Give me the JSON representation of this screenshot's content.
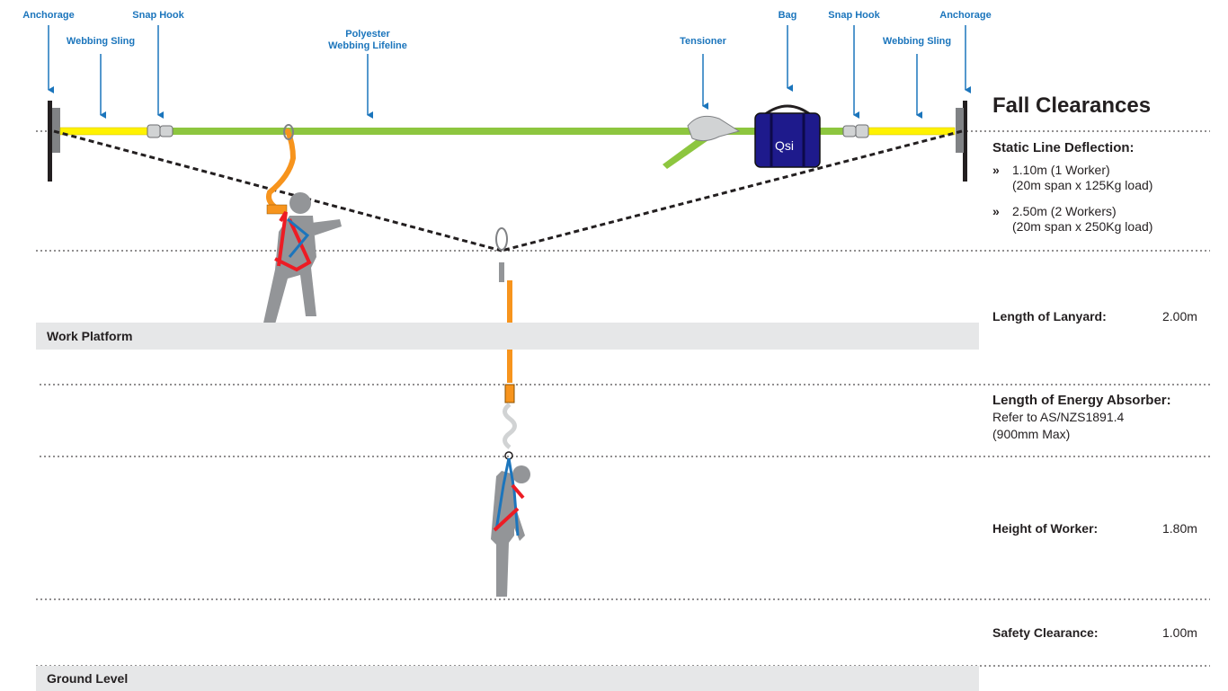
{
  "callouts": {
    "anchorage_left": "Anchorage",
    "sling_left": "Webbing Sling",
    "snap_left": "Snap Hook",
    "lifeline": [
      "Polyester",
      "Webbing Lifeline"
    ],
    "tensioner": "Tensioner",
    "bag": "Bag",
    "snap_right": "Snap Hook",
    "sling_right": "Webbing Sling",
    "anchorage_right": "Anchorage"
  },
  "bag_logo": "Qsi",
  "bands": {
    "work_platform": "Work Platform",
    "ground_level": "Ground Level"
  },
  "panel": {
    "title": "Fall Clearances",
    "static_line": {
      "label": "Static Line Deflection:",
      "items": [
        {
          "marker": "»",
          "value": "1.10m (1 Worker)",
          "detail": "(20m span x 125Kg load)"
        },
        {
          "marker": "»",
          "value": "2.50m (2 Workers)",
          "detail": "(20m span x 250Kg load)"
        }
      ]
    },
    "lanyard": {
      "label": "Length of Lanyard:",
      "value": "2.00m"
    },
    "absorber": {
      "label": "Length of Energy Absorber:",
      "line1": "Refer to AS/NZS1891.4",
      "line2": "(900mm Max)"
    },
    "worker_height": {
      "label": "Height of Worker:",
      "value": "1.80m"
    },
    "safety": {
      "label": "Safety Clearance:",
      "value": "1.00m"
    }
  },
  "colors": {
    "callout_blue": "#1b75bc",
    "lifeline_green": "#8dc63f",
    "sling_yellow": "#fff200",
    "lanyard_orange": "#f7941d",
    "harness_red": "#ed1c24",
    "harness_blue": "#1c75bc",
    "figure_grey": "#939598",
    "bag_navy": "#1e1a8c"
  }
}
